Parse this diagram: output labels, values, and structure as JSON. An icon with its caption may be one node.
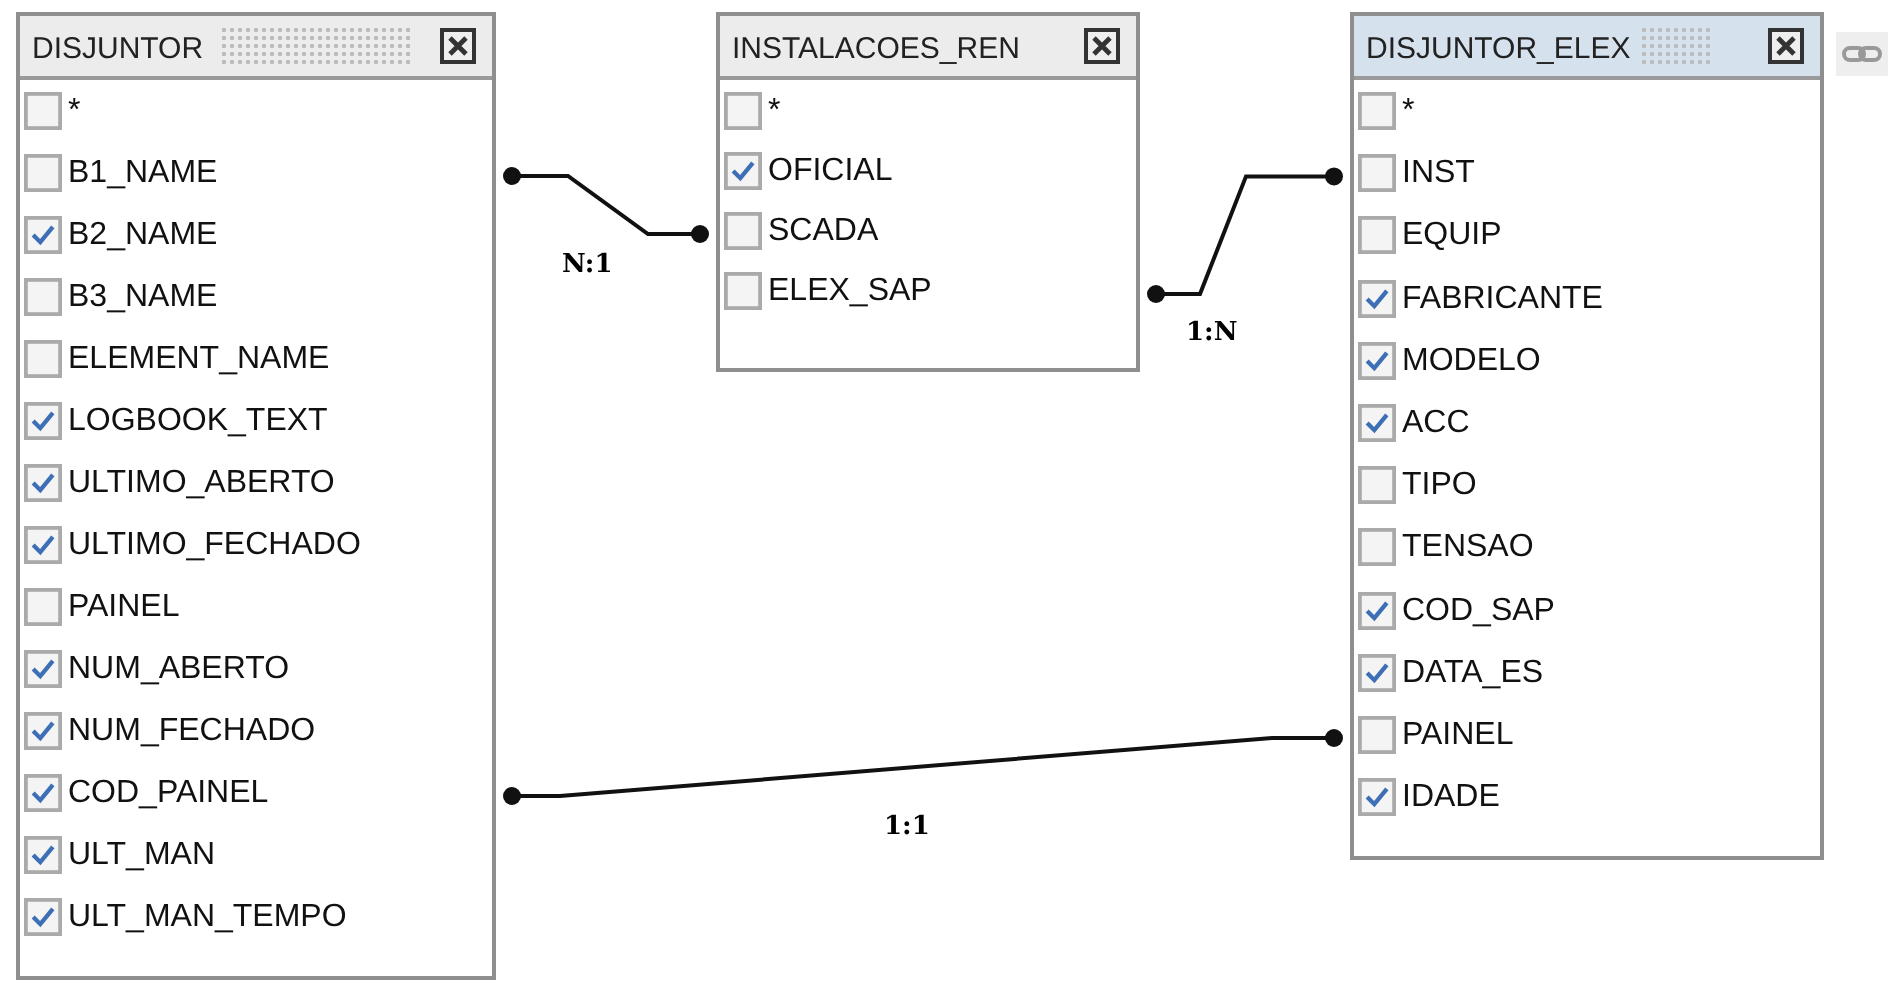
{
  "diagram": {
    "nodes": [
      {
        "text": [
          "DISJUNTOR"
        ]
      },
      {
        "text": [
          "*"
        ],
        "in": 0
      },
      {
        "text": [
          "B1_NAME"
        ],
        "in": 0
      },
      {
        "text": [
          "B2_NAME"
        ],
        "in": 0
      },
      {
        "text": [
          "B3_NAME"
        ],
        "in": 0
      },
      {
        "text": [
          "ELEMENT_NAME"
        ],
        "in": 0
      },
      {
        "text": [
          "LOGBOOK_TEXT"
        ],
        "in": 0
      },
      {
        "text": [
          "ULTIMO_ABERTO"
        ],
        "in": 0
      },
      {
        "text": [
          "ULTIMO_FECHADO"
        ],
        "in": 0
      },
      {
        "text": [
          "PAINEL"
        ],
        "in": 0
      },
      {
        "text": [
          "NUM_ABERTO"
        ],
        "in": 0
      },
      {
        "text": [
          "NUM_FECHADO"
        ],
        "in": 0
      },
      {
        "text": [
          "COD_PAINEL"
        ],
        "in": 0
      },
      {
        "text": [
          "ULT_MAN"
        ],
        "in": 0
      },
      {
        "text": [
          "ULT_MAN_TEMPO"
        ],
        "in": 0
      },
      {
        "text": [
          "INSTALACOES_REN"
        ]
      },
      {
        "text": [
          "*"
        ],
        "in": 15
      },
      {
        "text": [
          "OFICIAL"
        ],
        "in": 15
      },
      {
        "text": [
          "SCADA"
        ],
        "in": 15
      },
      {
        "text": [
          "ELEX_SAP"
        ],
        "in": 15
      },
      {
        "text": [
          "DISJUNTOR_ELEX"
        ]
      },
      {
        "text": [
          "*"
        ],
        "in": 20
      },
      {
        "text": [
          "INST"
        ],
        "in": 20
      },
      {
        "text": [
          "EQUIP"
        ],
        "in": 20
      },
      {
        "text": [
          "FABRICANTE"
        ],
        "in": 20
      },
      {
        "text": [
          "MODELO"
        ],
        "in": 20
      },
      {
        "text": [
          "ACC"
        ],
        "in": 20
      },
      {
        "text": [
          "TIPO"
        ],
        "in": 20
      },
      {
        "text": [
          "TENSAO"
        ],
        "in": 20
      },
      {
        "text": [
          "COD_SAP"
        ],
        "in": 20
      },
      {
        "text": [
          "DATA_ES"
        ],
        "in": 20
      },
      {
        "text": [
          "PAINEL"
        ],
        "in": 20
      },
      {
        "text": [
          "IDADE"
        ],
        "in": 20
      }
    ],
    "edges": [
      {
        "from": 2,
        "to": 18,
        "arrow": "other",
        "label": "N:1"
      },
      {
        "from": 19,
        "to": 22,
        "arrow": "other",
        "label": "1:N"
      },
      {
        "from": 12,
        "to": 31,
        "arrow": "other",
        "label": "1:1"
      }
    ]
  }
}
